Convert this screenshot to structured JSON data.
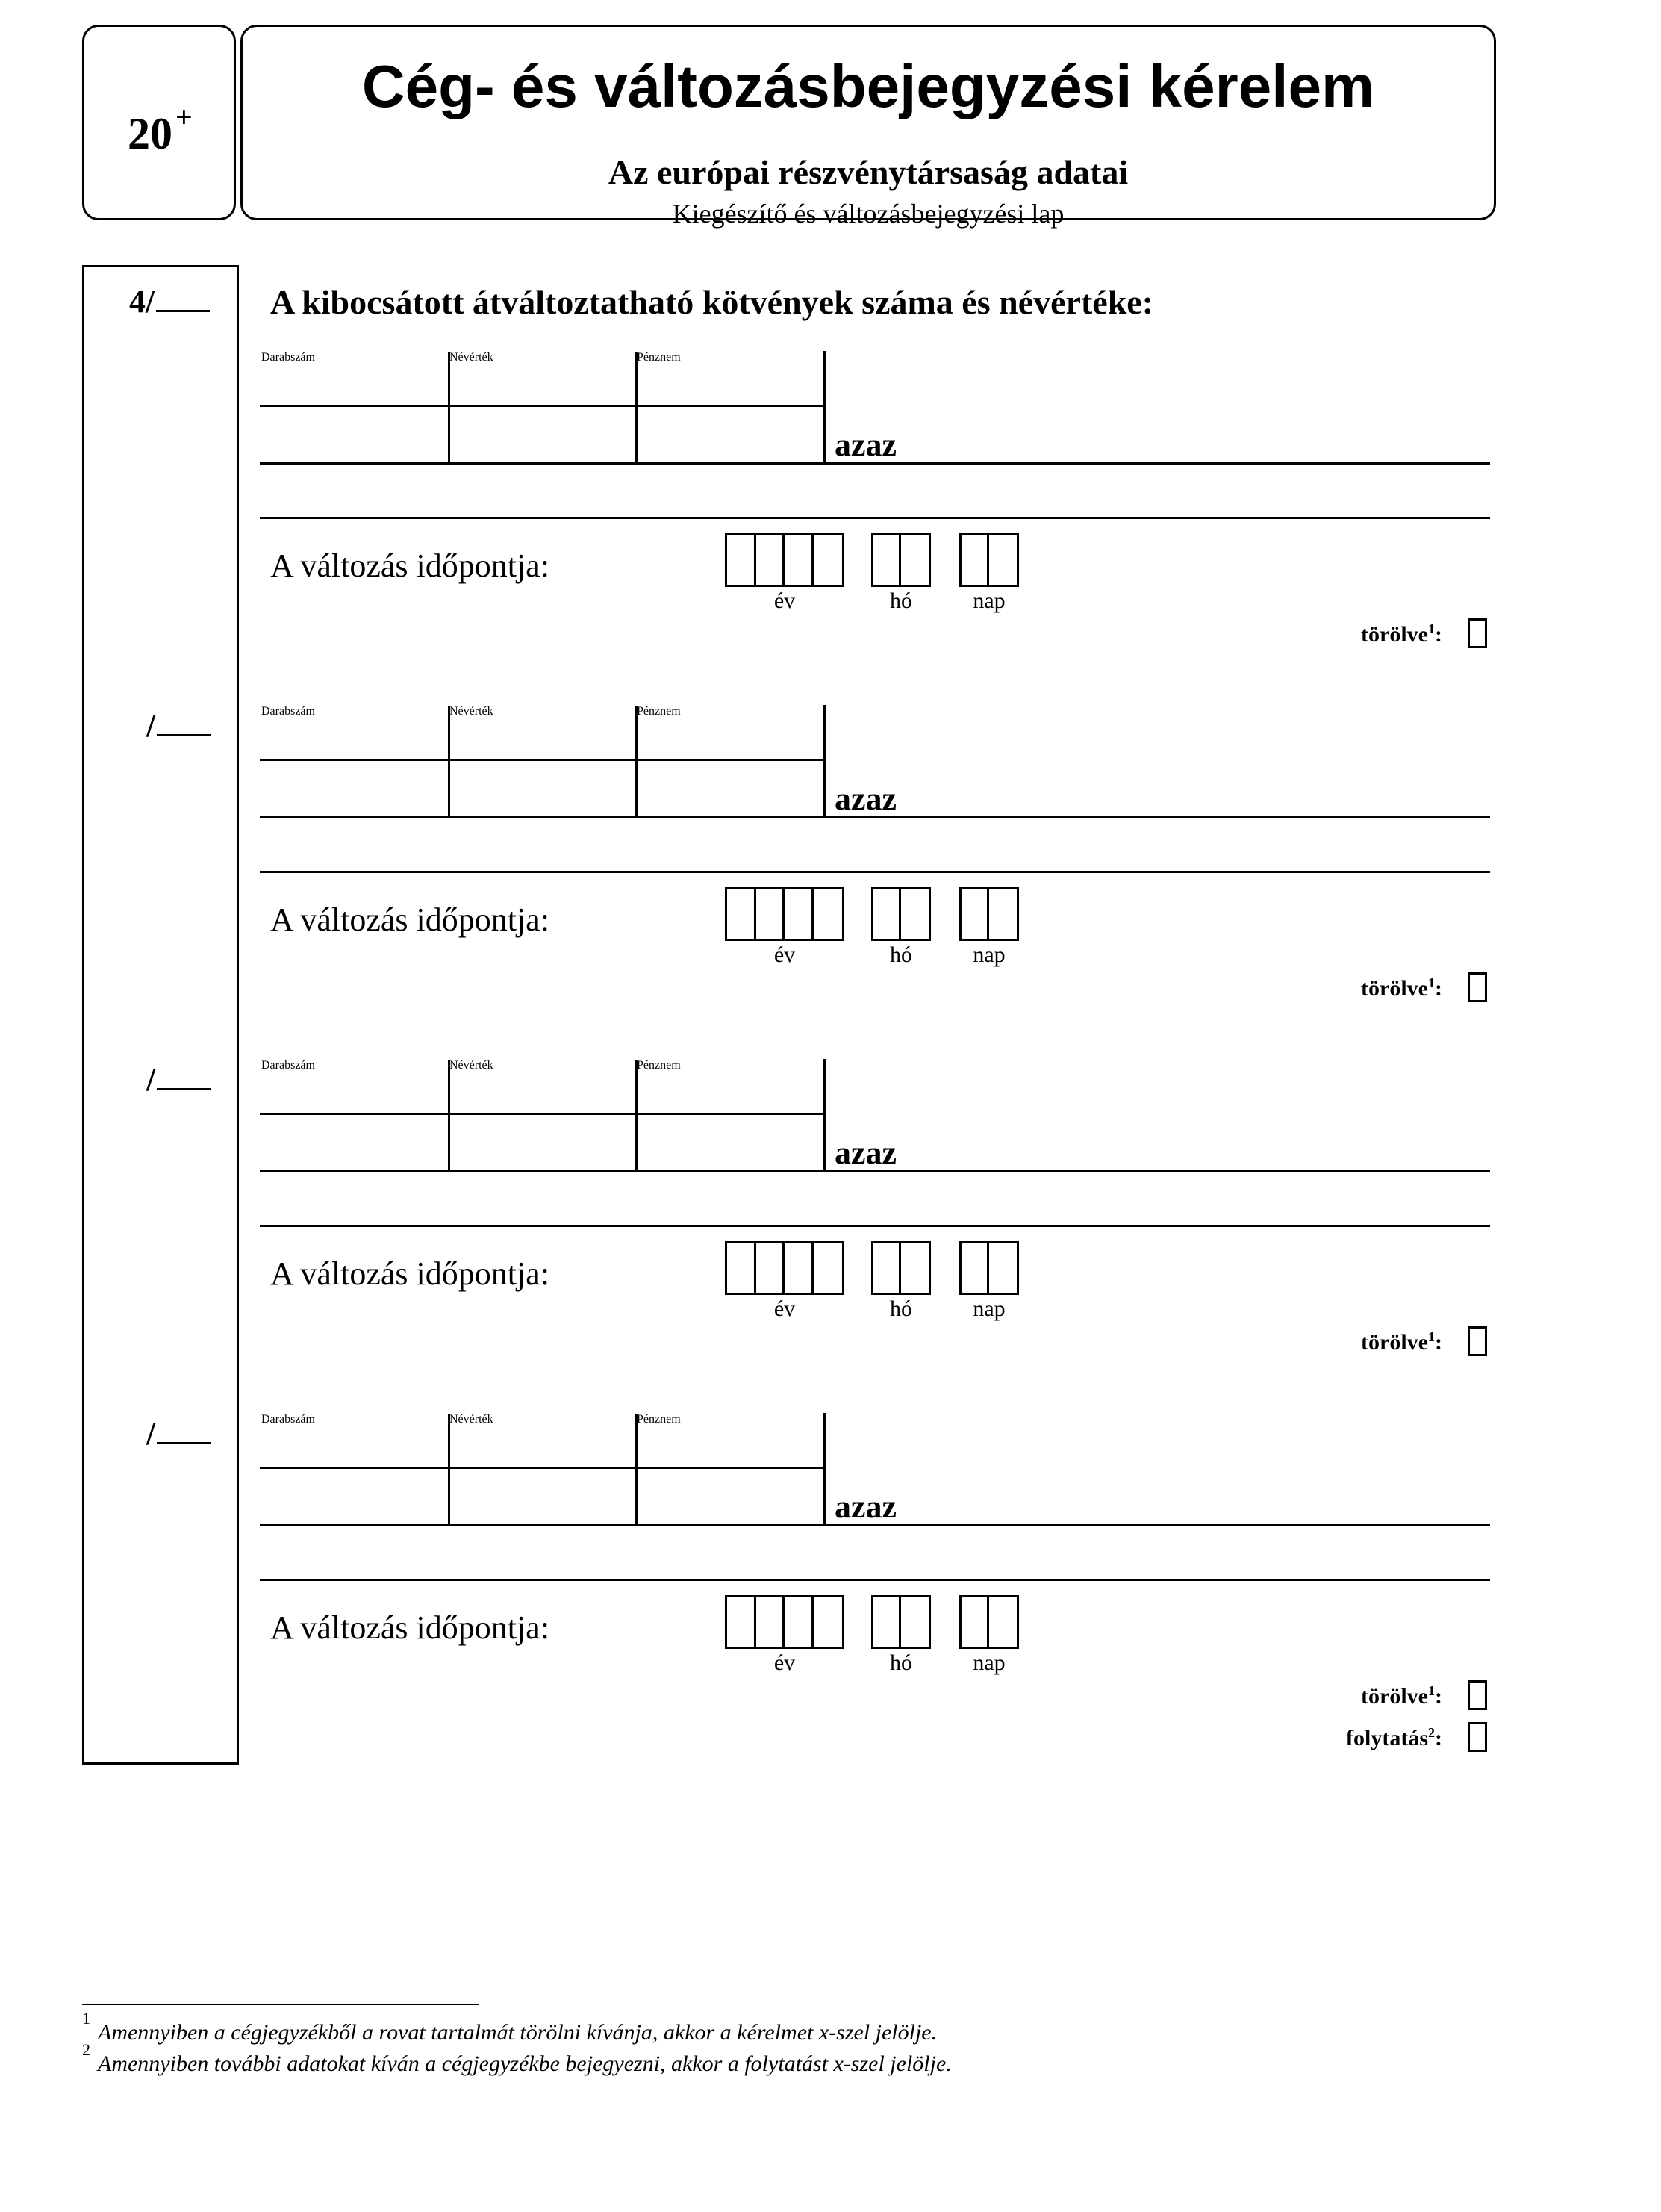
{
  "header": {
    "form_number": "20",
    "form_number_sup": "+",
    "title": "Cég- és változásbejegyzési kérelem",
    "subtitle": "Az európai részvénytársaság adatai",
    "caption": "Kiegészítő és változásbejegyzési lap"
  },
  "section": {
    "heading": "A kibocsátott átváltoztatható kötvények száma és névértéke:"
  },
  "entries": [
    {
      "row_prefix": "4/",
      "columns": [
        "Darabszám",
        "Névérték",
        "Pénznem"
      ],
      "azaz": "azaz",
      "date_label": "A változás időpontja:",
      "units": [
        "év",
        "hó",
        "nap"
      ],
      "deleted_label": "törölve",
      "deleted_sup": "1",
      "deleted_suffix": ":"
    },
    {
      "row_prefix": "/",
      "columns": [
        "Darabszám",
        "Névérték",
        "Pénznem"
      ],
      "azaz": "azaz",
      "date_label": "A változás időpontja:",
      "units": [
        "év",
        "hó",
        "nap"
      ],
      "deleted_label": "törölve",
      "deleted_sup": "1",
      "deleted_suffix": ":"
    },
    {
      "row_prefix": "/",
      "columns": [
        "Darabszám",
        "Névérték",
        "Pénznem"
      ],
      "azaz": "azaz",
      "date_label": "A változás időpontja:",
      "units": [
        "év",
        "hó",
        "nap"
      ],
      "deleted_label": "törölve",
      "deleted_sup": "1",
      "deleted_suffix": ":"
    },
    {
      "row_prefix": "/",
      "columns": [
        "Darabszám",
        "Névérték",
        "Pénznem"
      ],
      "azaz": "azaz",
      "date_label": "A változás időpontja:",
      "units": [
        "év",
        "hó",
        "nap"
      ],
      "deleted_label": "törölve",
      "deleted_sup": "1",
      "deleted_suffix": ":"
    }
  ],
  "continuation": {
    "label": "folytatás",
    "sup": "2",
    "suffix": ":"
  },
  "footnotes": [
    {
      "num": "1",
      "text": "Amennyiben a cégjegyzékből a rovat tartalmát törölni kívánja, akkor a kérelmet x-szel jelölje."
    },
    {
      "num": "2",
      "text": "Amennyiben további adatokat kíván a cégjegyzékbe bejegyezni, akkor a folytatást x-szel jelölje."
    }
  ]
}
